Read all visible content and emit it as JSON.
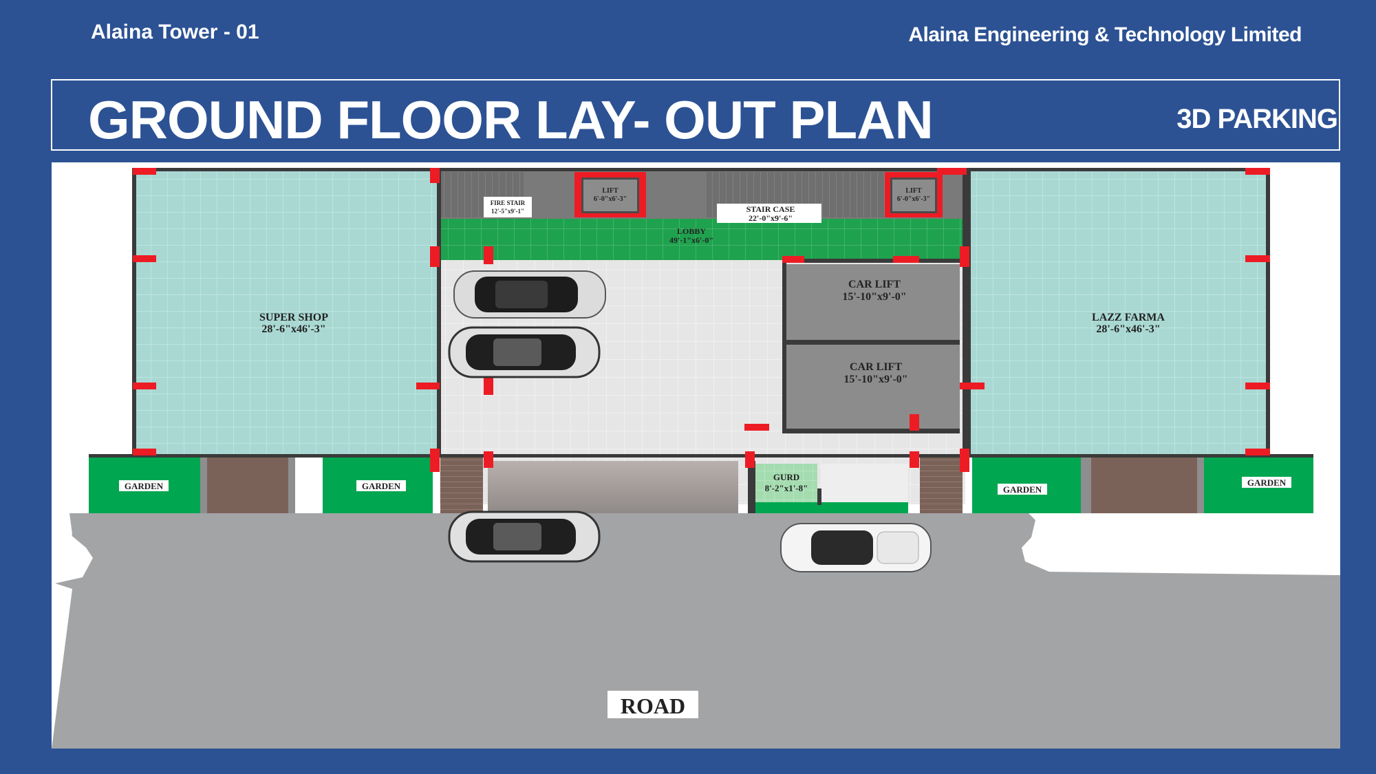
{
  "header": {
    "project_name": "Alaina Tower - 01",
    "company_name": "Alaina Engineering & Technology Limited"
  },
  "title": {
    "main": "GROUND FLOOR LAY- OUT PLAN",
    "tag": "3D PARKING"
  },
  "rooms": {
    "super_shop": {
      "name": "SUPER SHOP",
      "size": "28'-6\"x46'-3\""
    },
    "lazz_farma": {
      "name": "LAZZ FARMA",
      "size": "28'-6\"x46'-3\""
    },
    "fire_stair": {
      "name": "FIRE STAIR",
      "size": "12'-5\"x9'-1\""
    },
    "lift_left": {
      "name": "LIFT",
      "size": "6'-0\"x6'-3\""
    },
    "lift_right": {
      "name": "LIFT",
      "size": "6'-0\"x6'-3\""
    },
    "stair_case": {
      "name": "STAIR CASE",
      "size": "22'-0\"x9'-6\""
    },
    "lobby": {
      "name": "LOBBY",
      "size": "49'-1\"x6'-0\""
    },
    "car_lift_1": {
      "name": "CAR LIFT",
      "size": "15'-10\"x9'-0\""
    },
    "car_lift_2": {
      "name": "CAR LIFT",
      "size": "15'-10\"x9'-0\""
    },
    "guard": {
      "name": "GURD",
      "size": "8'-2\"x1'-8\""
    },
    "garden_1": "GARDEN",
    "garden_2": "GARDEN",
    "garden_3": "GARDEN",
    "garden_4": "GARDEN",
    "road": "ROAD"
  },
  "colors": {
    "background": "#2c5294",
    "shop_floor": "#a9d8d3",
    "lobby": "#1fa24e",
    "garden": "#00a650",
    "wall": "#3a3a3a",
    "column": "#ed1c24",
    "lift_grey": "#8c8c8c",
    "road": "#a3a4a6",
    "ramp": "#7b6258"
  }
}
